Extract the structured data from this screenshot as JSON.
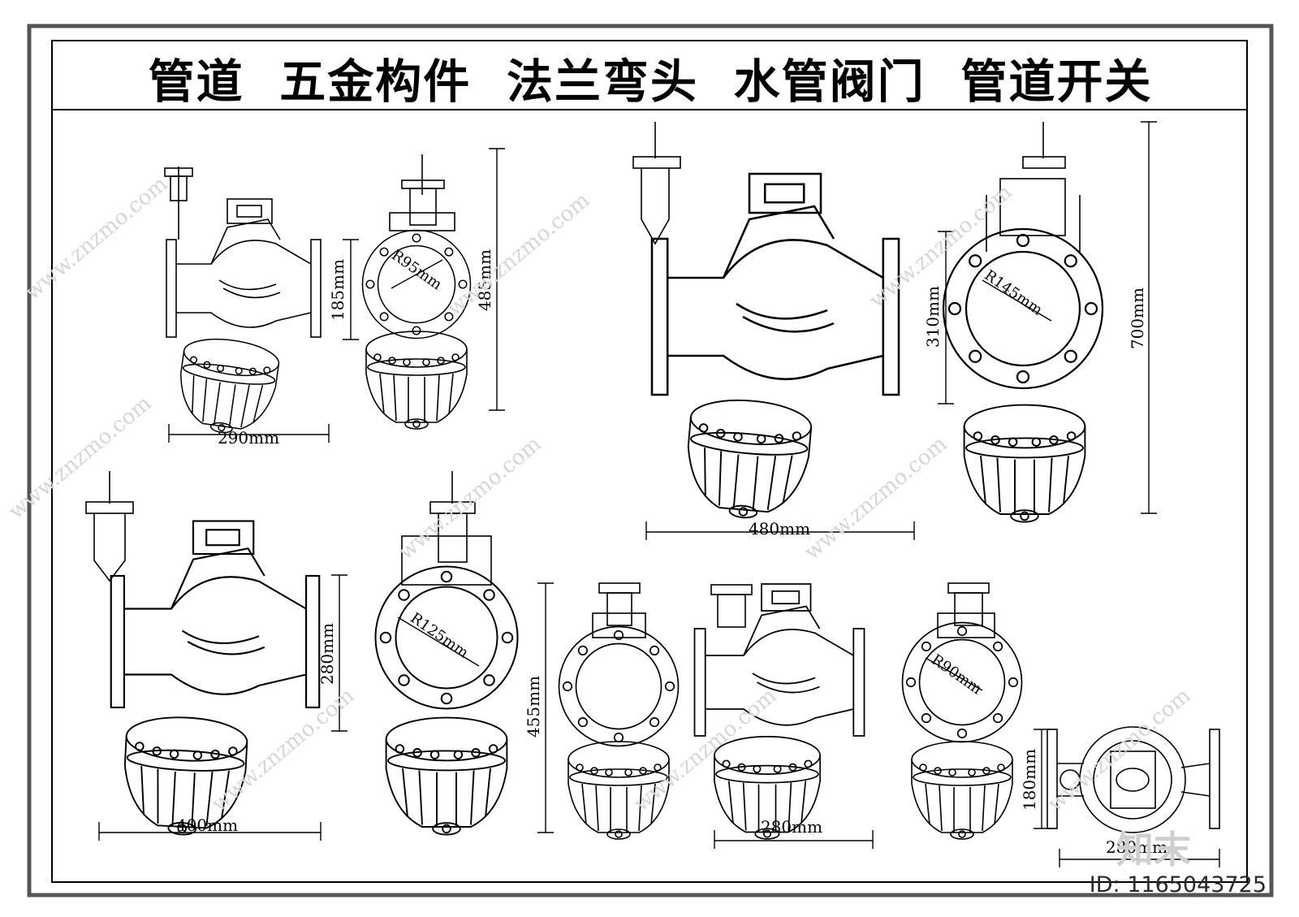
{
  "title": "管道  五金构件  法兰弯头  水管阀门  管道开关",
  "id_label": "ID: 1165043725",
  "watermark_logo": "知末",
  "watermark_url": "www.znzmo.com",
  "dimensions": {
    "set1_width": "290mm",
    "set1_flange_height": "185mm",
    "set1_total_height": "485mm",
    "set1_radius": "R95mm",
    "set2_width": "480mm",
    "set2_flange_height": "310mm",
    "set2_total_height": "700mm",
    "set2_radius": "R145mm",
    "set3_width": "400mm",
    "set3_flange_height": "280mm",
    "set3_radius": "R125mm",
    "set4_total_height": "455mm",
    "set4_width": "280mm",
    "set4_radius": "R90mm",
    "set5_height": "180mm",
    "set5_width": "280mm"
  },
  "colors": {
    "line": "#000000",
    "frame": "#555555",
    "watermark": "#d8d8d8"
  }
}
